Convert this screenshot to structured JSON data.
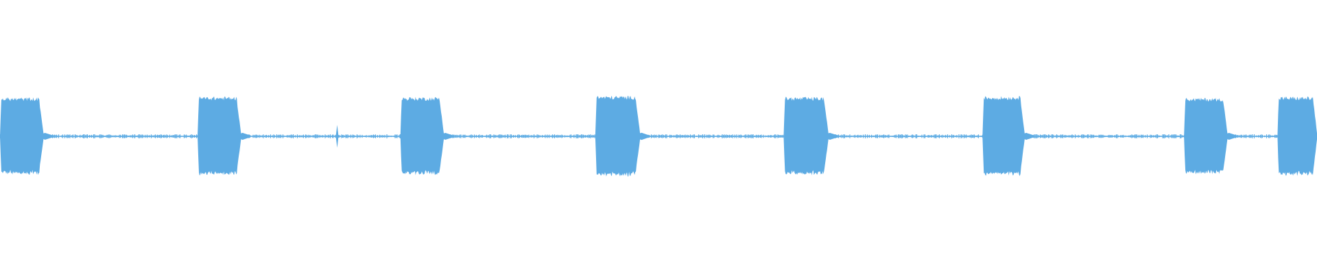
{
  "waveform": {
    "color": "#5dabe3",
    "background": "#ffffff",
    "duration_fraction_total": 1.0,
    "bursts": [
      {
        "start": 0.0,
        "end": 0.033,
        "level": 0.95
      },
      {
        "start": 0.15,
        "end": 0.183,
        "level": 0.97
      },
      {
        "start": 0.304,
        "end": 0.337,
        "level": 0.96
      },
      {
        "start": 0.452,
        "end": 0.486,
        "level": 0.99
      },
      {
        "start": 0.595,
        "end": 0.629,
        "level": 0.96
      },
      {
        "start": 0.746,
        "end": 0.778,
        "level": 0.98
      },
      {
        "start": 0.899,
        "end": 0.932,
        "level": 0.94
      },
      {
        "start": 0.97,
        "end": 1.0,
        "level": 0.97
      }
    ],
    "noise_level": 0.05,
    "spikes": [
      {
        "position": 0.256,
        "level": 0.28
      }
    ]
  }
}
